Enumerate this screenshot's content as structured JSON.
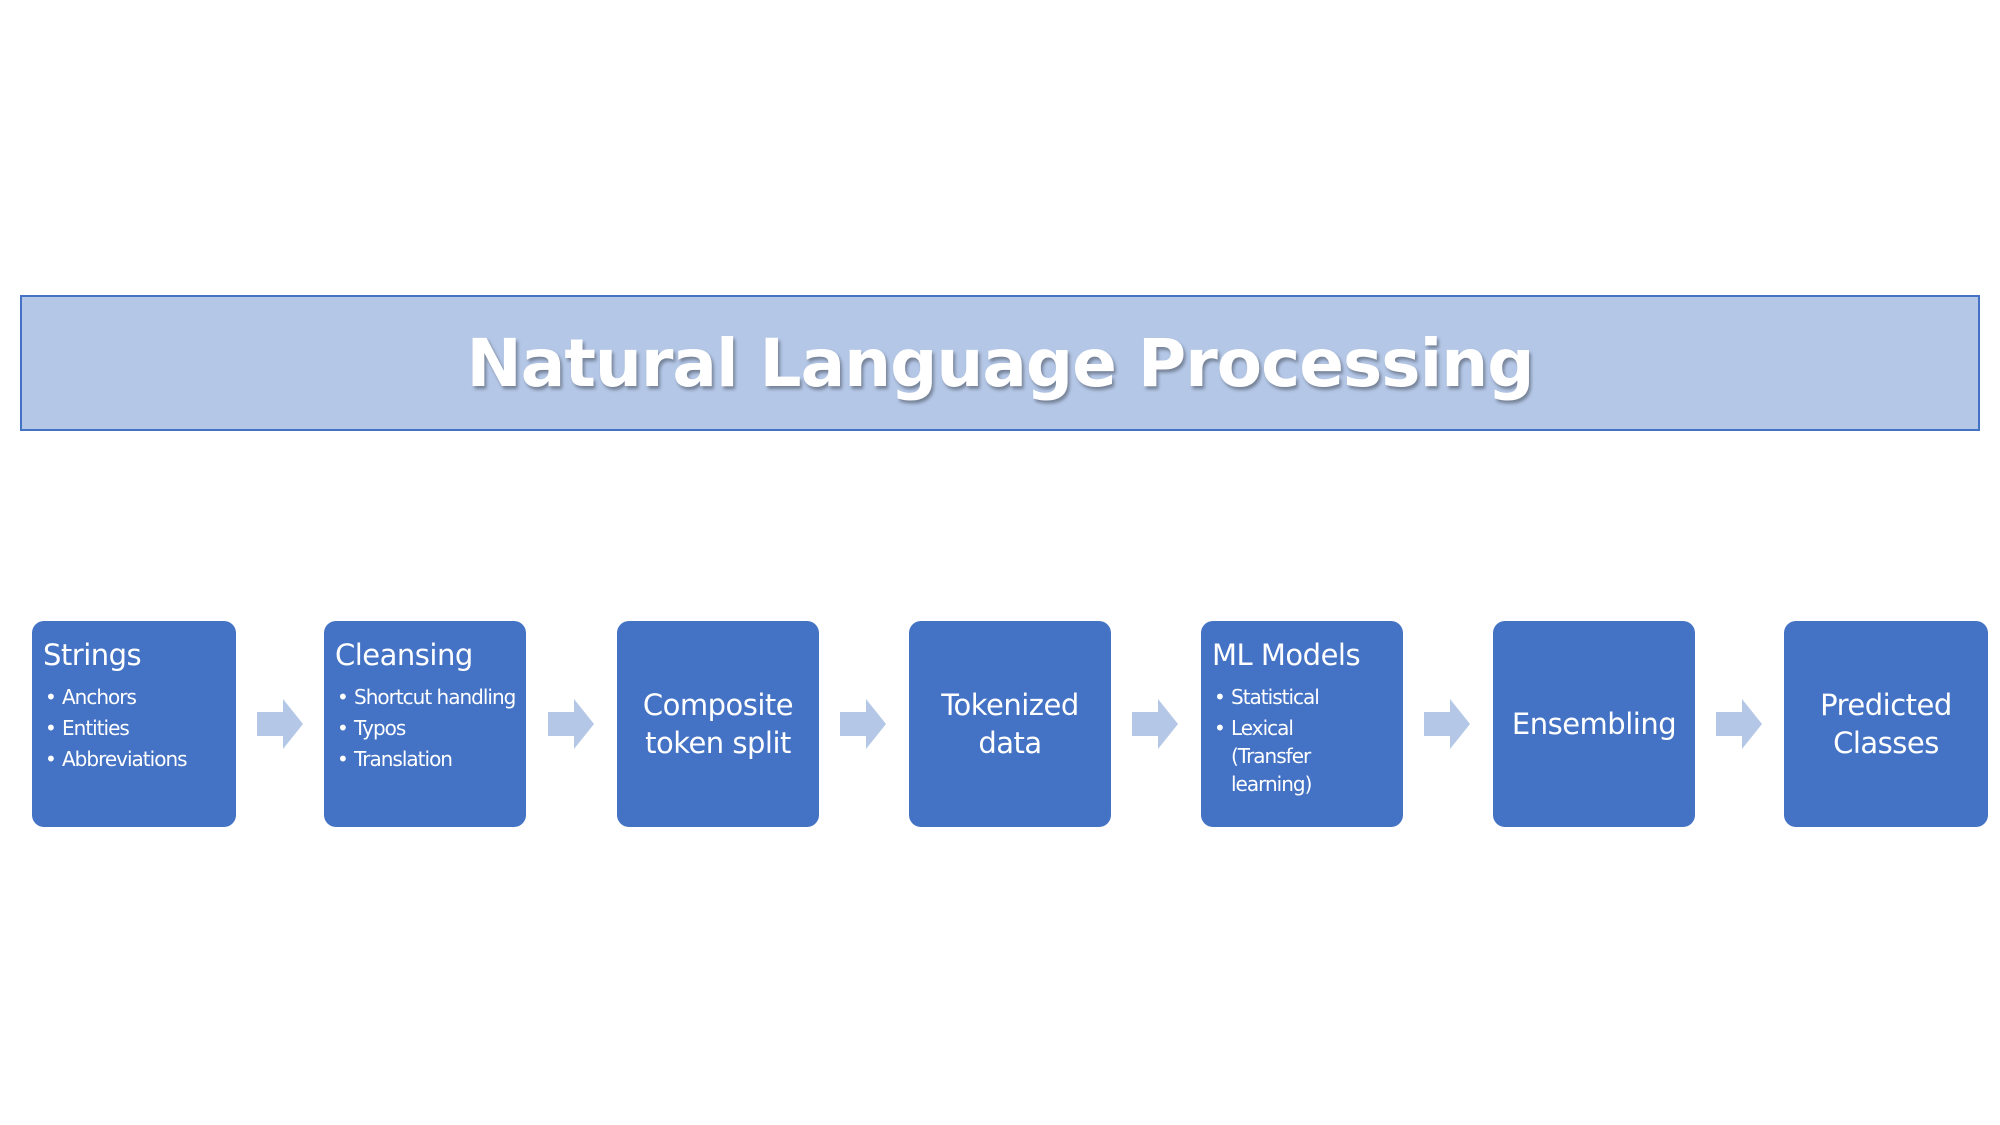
{
  "title": "Natural Language Processing",
  "colors": {
    "banner_fill": "#b4c7e7",
    "banner_border": "#4472c4",
    "box_fill": "#4472c4",
    "arrow_fill": "#b4c7e7",
    "text": "#ffffff"
  },
  "steps": [
    {
      "title": "Strings",
      "bullets": [
        "Anchors",
        "Entities",
        "Abbreviations"
      ]
    },
    {
      "title": "Cleansing",
      "bullets": [
        "Shortcut handling",
        "Typos",
        "Translation"
      ]
    },
    {
      "title": "Composite token split",
      "lines": "Composite\ntoken split",
      "bullets": []
    },
    {
      "title": "Tokenized data",
      "lines": "Tokenized\ndata",
      "bullets": []
    },
    {
      "title": "ML Models",
      "bullets": [
        "Statistical",
        "Lexical (Transfer learning)"
      ]
    },
    {
      "title": "Ensembling",
      "lines": "Ensembling",
      "bullets": []
    },
    {
      "title": "Predicted Classes",
      "lines": "Predicted\nClasses",
      "bullets": []
    }
  ],
  "arrow_icon": "right-arrow-icon"
}
